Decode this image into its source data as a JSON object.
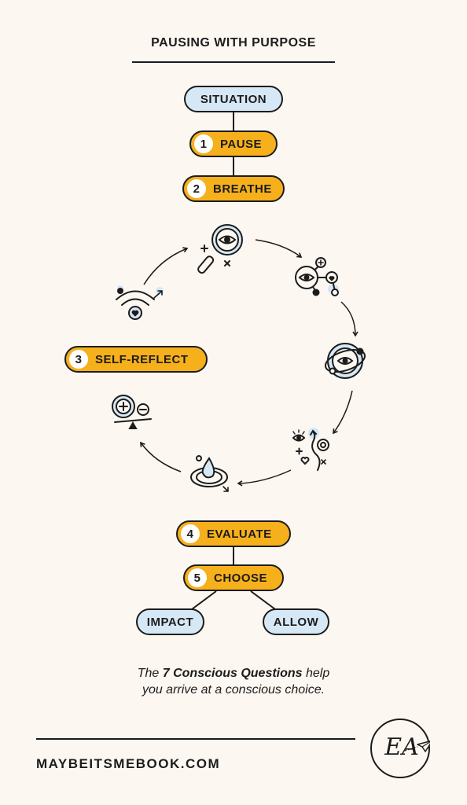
{
  "title": "PAUSING WITH PURPOSE",
  "nodes": {
    "situation": "SITUATION",
    "pause": {
      "num": "1",
      "label": "PAUSE"
    },
    "breathe": {
      "num": "2",
      "label": "BREATHE"
    },
    "self_reflect": {
      "num": "3",
      "label": "SELF-REFLECT"
    },
    "evaluate": {
      "num": "4",
      "label": "EVALUATE"
    },
    "choose": {
      "num": "5",
      "label": "CHOOSE"
    },
    "impact": "IMPACT",
    "allow": "ALLOW"
  },
  "cycle_icons": [
    "magnifier-eye-icon",
    "eye-network-icon",
    "orbit-eye-icon",
    "eye-path-target-icon",
    "water-drop-icon",
    "plus-minus-balance-icon",
    "signal-heart-icon"
  ],
  "caption": {
    "prefix": "The ",
    "bold": "7 Conscious Questions",
    "suffix": " help",
    "line2": "you arrive at a conscious choice."
  },
  "footer": "MAYBEITSMEBOOK.COM",
  "logo": "EA",
  "colors": {
    "background": "#fcf7f1",
    "accent": "#f6b01c",
    "light_blue": "#d6e8f6",
    "ink": "#1c1c1c"
  }
}
